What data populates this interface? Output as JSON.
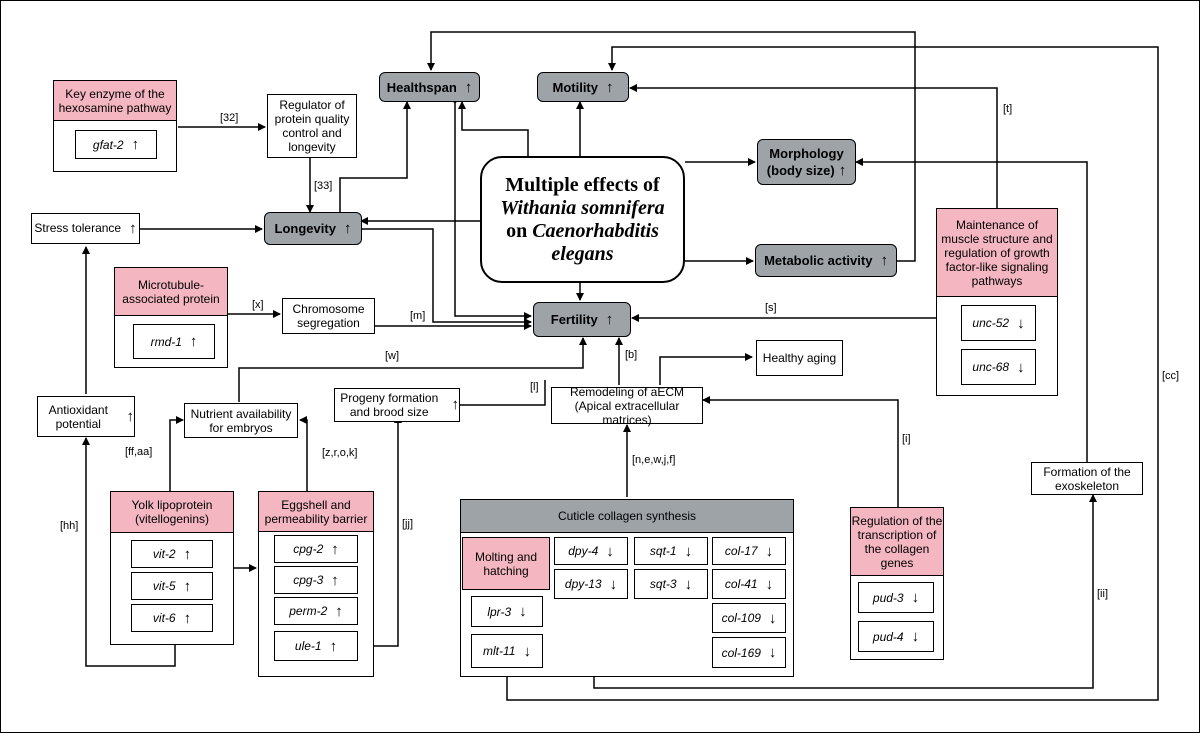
{
  "center": {
    "line1": "Multiple effects of",
    "line2": "Withania somnifera",
    "line3": "on",
    "line4": "Caenorhabditis",
    "line5": "elegans"
  },
  "outcomes": {
    "healthspan": "Healthspan",
    "motility": "Motility",
    "morphology_1": "Morphology",
    "morphology_2": "(body size)",
    "longevity": "Longevity",
    "metabolic": "Metabolic activity",
    "fertility": "Fertility"
  },
  "effects": {
    "regulator": "Regulator of protein quality control and longevity",
    "stress": "Stress tolerance",
    "chromosome": "Chromosome segregation",
    "antioxidant": "Antioxidant potential",
    "nutrient": "Nutrient availability for embryos",
    "progeny": "Progeny formation and brood size",
    "remodeling": "Remodeling of aECM (Apical extracellular matrices)",
    "healthy_aging": "Healthy aging",
    "exoskeleton": "Formation of the exoskeleton"
  },
  "groups": {
    "hexosamine": "Key enzyme of the hexosamine pathway",
    "microtubule": "Microtubule-associated protein",
    "yolk": "Yolk lipoprotein (vitellogenins)",
    "eggshell": "Eggshell and permeability barrier",
    "muscle": "Maintenance of muscle structure and regulation of growth factor-like signaling pathways",
    "cuticle": "Cuticle collagen synthesis",
    "molting": "Molting and hatching",
    "collagen_reg": "Regulation of the transcription of the collagen genes"
  },
  "genes": {
    "gfat2": "gfat-2",
    "rmd1": "rmd-1",
    "vit2": "vit-2",
    "vit5": "vit-5",
    "vit6": "vit-6",
    "cpg2": "cpg-2",
    "cpg3": "cpg-3",
    "perm2": "perm-2",
    "ule1": "ule-1",
    "unc52": "unc-52",
    "unc68": "unc-68",
    "lpr3": "lpr-3",
    "mlt11": "mlt-11",
    "dpy4": "dpy-4",
    "dpy13": "dpy-13",
    "sqt1": "sqt-1",
    "sqt3": "sqt-3",
    "col17": "col-17",
    "col41": "col-41",
    "col109": "col-109",
    "col169": "col-169",
    "pud3": "pud-3",
    "pud4": "pud-4"
  },
  "arrows": {
    "up": "↑",
    "down": "↓"
  },
  "refs": {
    "r32": "[32]",
    "r33": "[33]",
    "rt": "[t]",
    "rx": "[x]",
    "rm": "[m]",
    "rs": "[s]",
    "rw": "[w]",
    "rb": "[b]",
    "rl": "[l]",
    "rcc": "[cc]",
    "ri": "[i]",
    "rffaa": "[ff,aa]",
    "rzrok": "[z,r,o,k]",
    "rnewjf": "[n,e,w,j,f]",
    "rhh": "[hh]",
    "rjj": "[jj]",
    "rii": "[ii]"
  },
  "colors": {
    "gray": "#9ea3a8",
    "pink": "#f4b6c0"
  }
}
